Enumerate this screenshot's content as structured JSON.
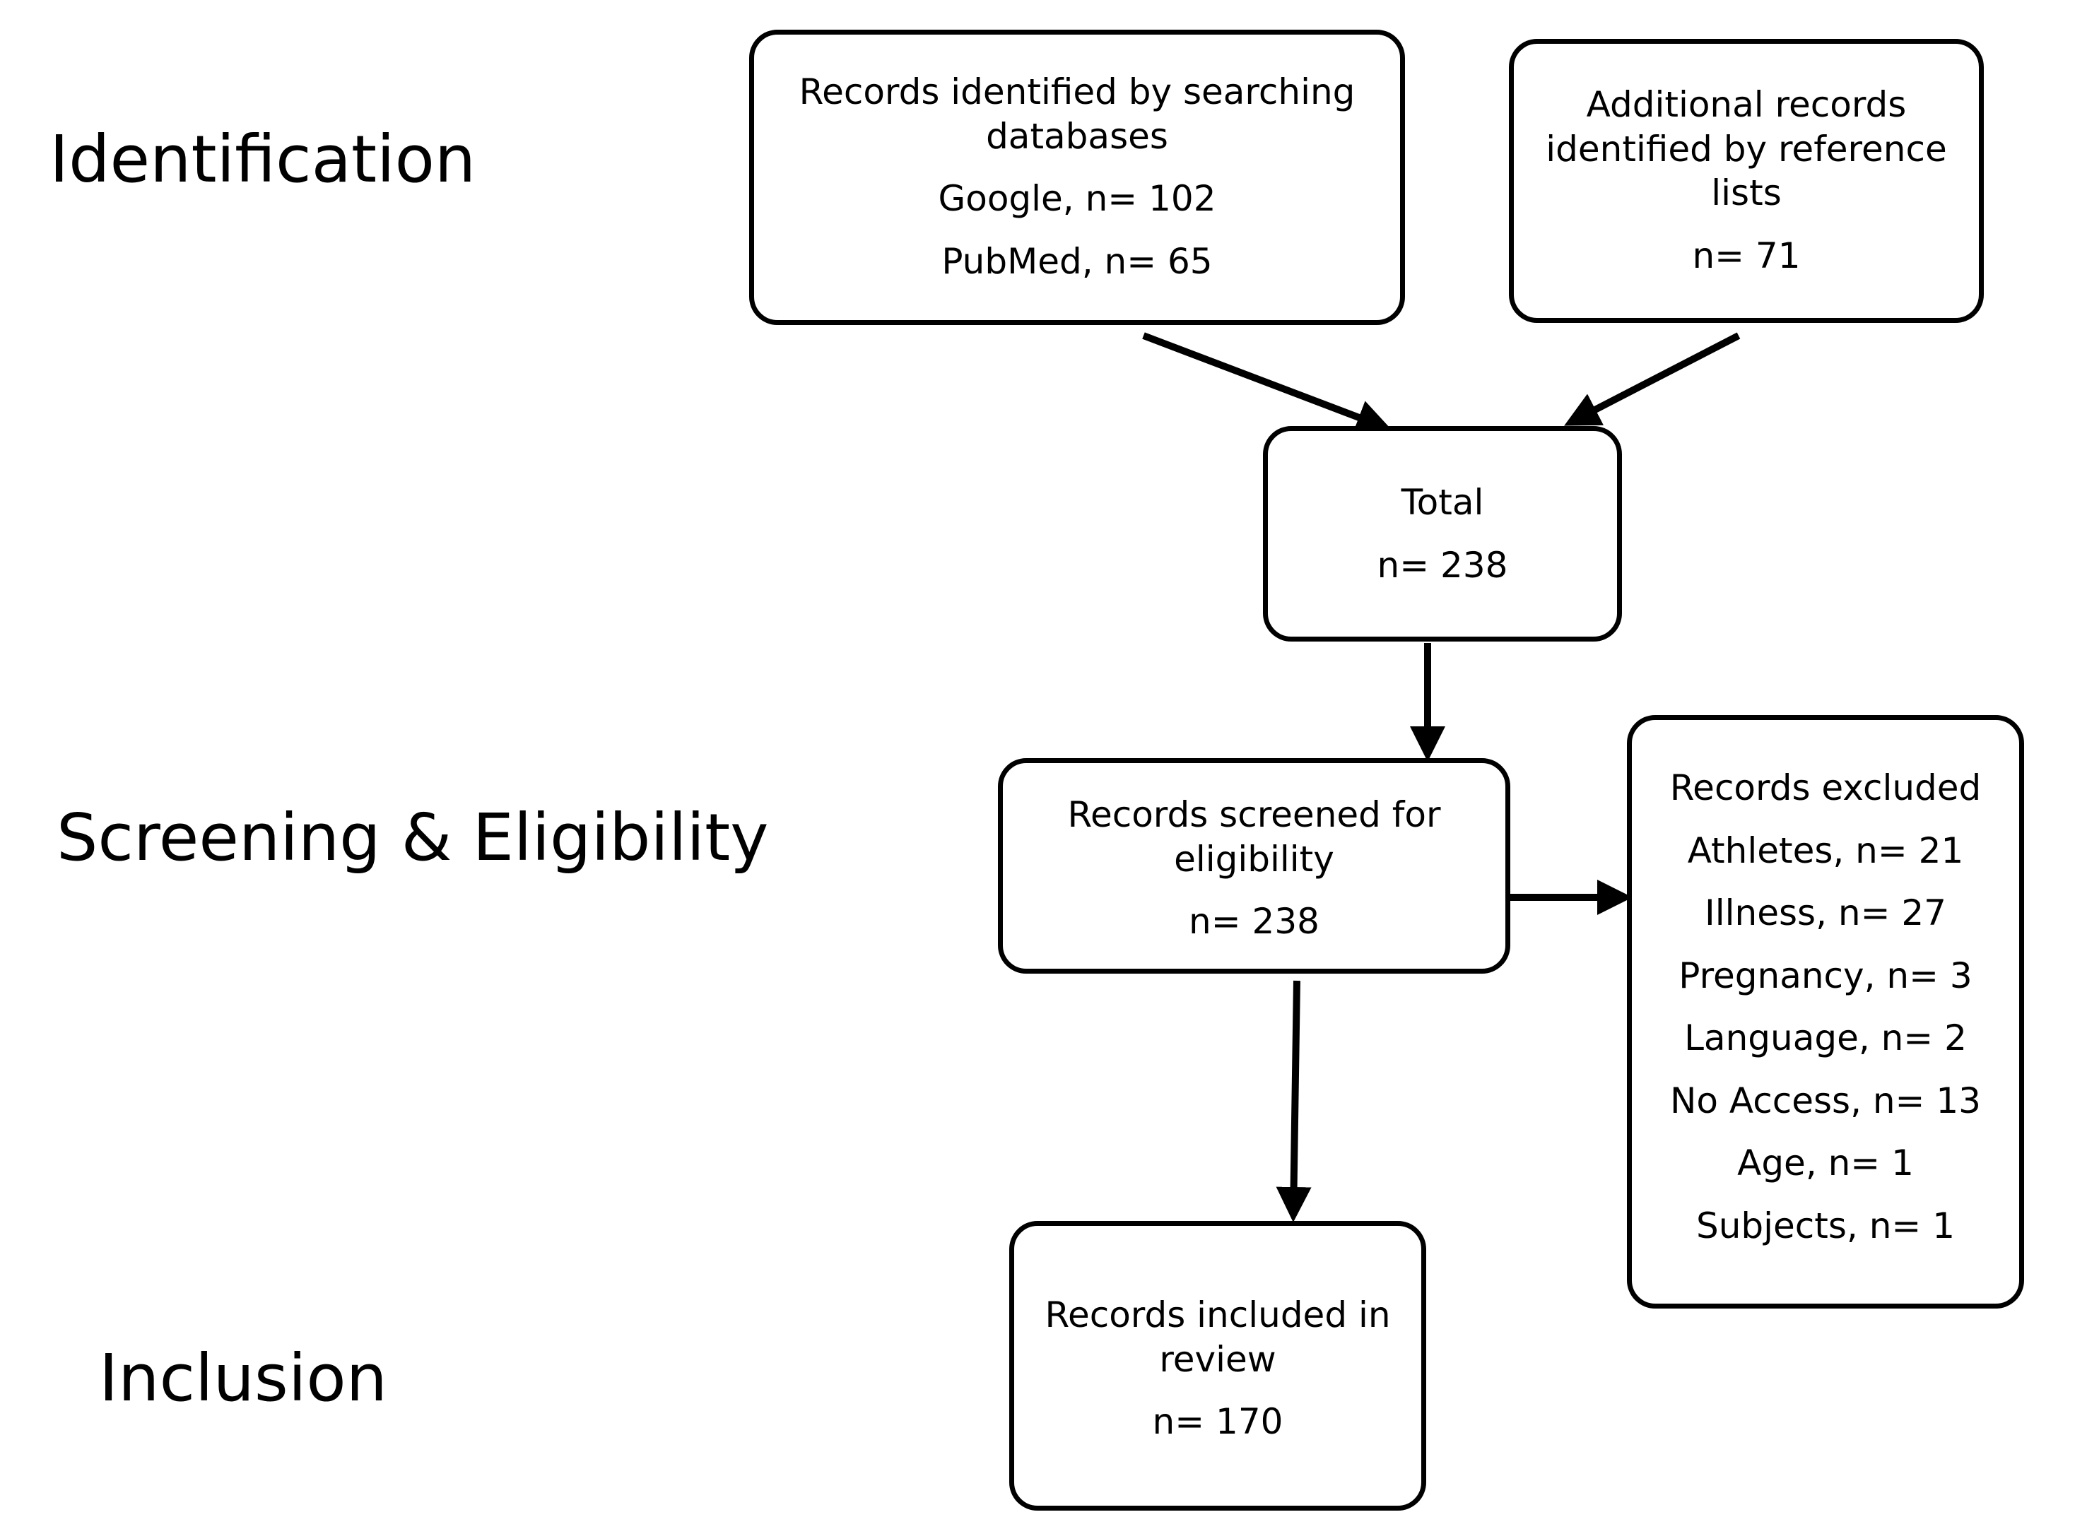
{
  "stages": {
    "identification": "Identification",
    "screening_line1": "Screening &",
    "screening_line2": "Eligibility",
    "inclusion": "Inclusion"
  },
  "boxes": {
    "databases": {
      "title_line1": "Records identified by searching",
      "title_line2": "databases",
      "lines": [
        "Google, n= 102",
        "PubMed, n= 65"
      ]
    },
    "references": {
      "title_line1": "Additional records",
      "title_line2": "identified by reference",
      "title_line3": "lists",
      "lines": [
        "n=  71"
      ]
    },
    "total": {
      "title": "Total",
      "lines": [
        "n= 238"
      ]
    },
    "screened": {
      "title_line1": "Records screened for",
      "title_line2": "eligibility",
      "lines": [
        "n= 238"
      ]
    },
    "excluded": {
      "title": "Records excluded",
      "lines": [
        "Athletes, n= 21",
        "Illness, n= 27",
        "Pregnancy, n= 3",
        "Language, n= 2",
        "No Access, n= 13",
        "Age, n= 1",
        "Subjects, n= 1"
      ]
    },
    "included": {
      "title_line1": "Records included in",
      "title_line2": "review",
      "lines": [
        "n= 170"
      ]
    }
  }
}
